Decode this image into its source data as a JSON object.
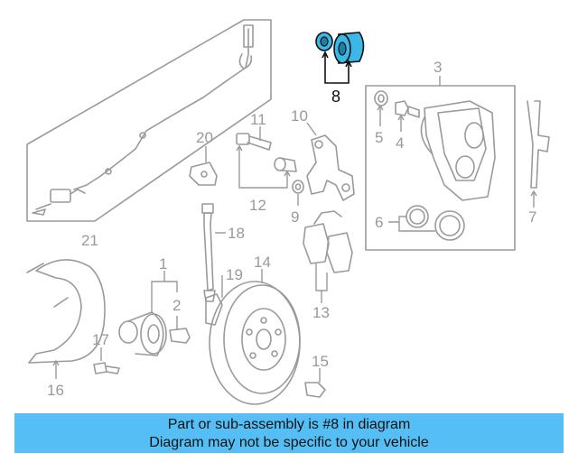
{
  "diagram": {
    "callouts": {
      "c1": "1",
      "c2": "2",
      "c3": "3",
      "c4": "4",
      "c5": "5",
      "c6": "6",
      "c7": "7",
      "c8": "8",
      "c9": "9",
      "c10": "10",
      "c11": "11",
      "c12": "12",
      "c13": "13",
      "c14": "14",
      "c15": "15",
      "c16": "16",
      "c17": "17",
      "c18": "18",
      "c19": "19",
      "c20": "20",
      "c21": "21"
    },
    "highlighted_part": "8",
    "colors": {
      "highlight_fill": "#3cb8e8",
      "line_gray": "#9a9a9a",
      "banner_bg": "#55bff5"
    }
  },
  "banner": {
    "line1": "Part or sub-assembly is #8 in diagram",
    "line2": "Diagram may not be specific to your vehicle"
  }
}
